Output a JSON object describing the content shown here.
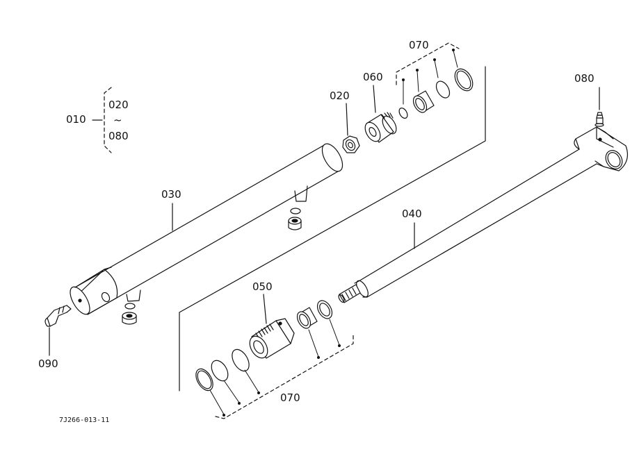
{
  "diagram": {
    "labels": {
      "assy": "010",
      "range_start": "020",
      "range_tilde": "~",
      "range_end": "080",
      "p020": "020",
      "p030": "030",
      "p040": "040",
      "p050": "050",
      "p060": "060",
      "p070_top": "070",
      "p070_bottom": "070",
      "p080": "080",
      "p090": "090"
    },
    "drawing_code": "7J266-013-11"
  }
}
